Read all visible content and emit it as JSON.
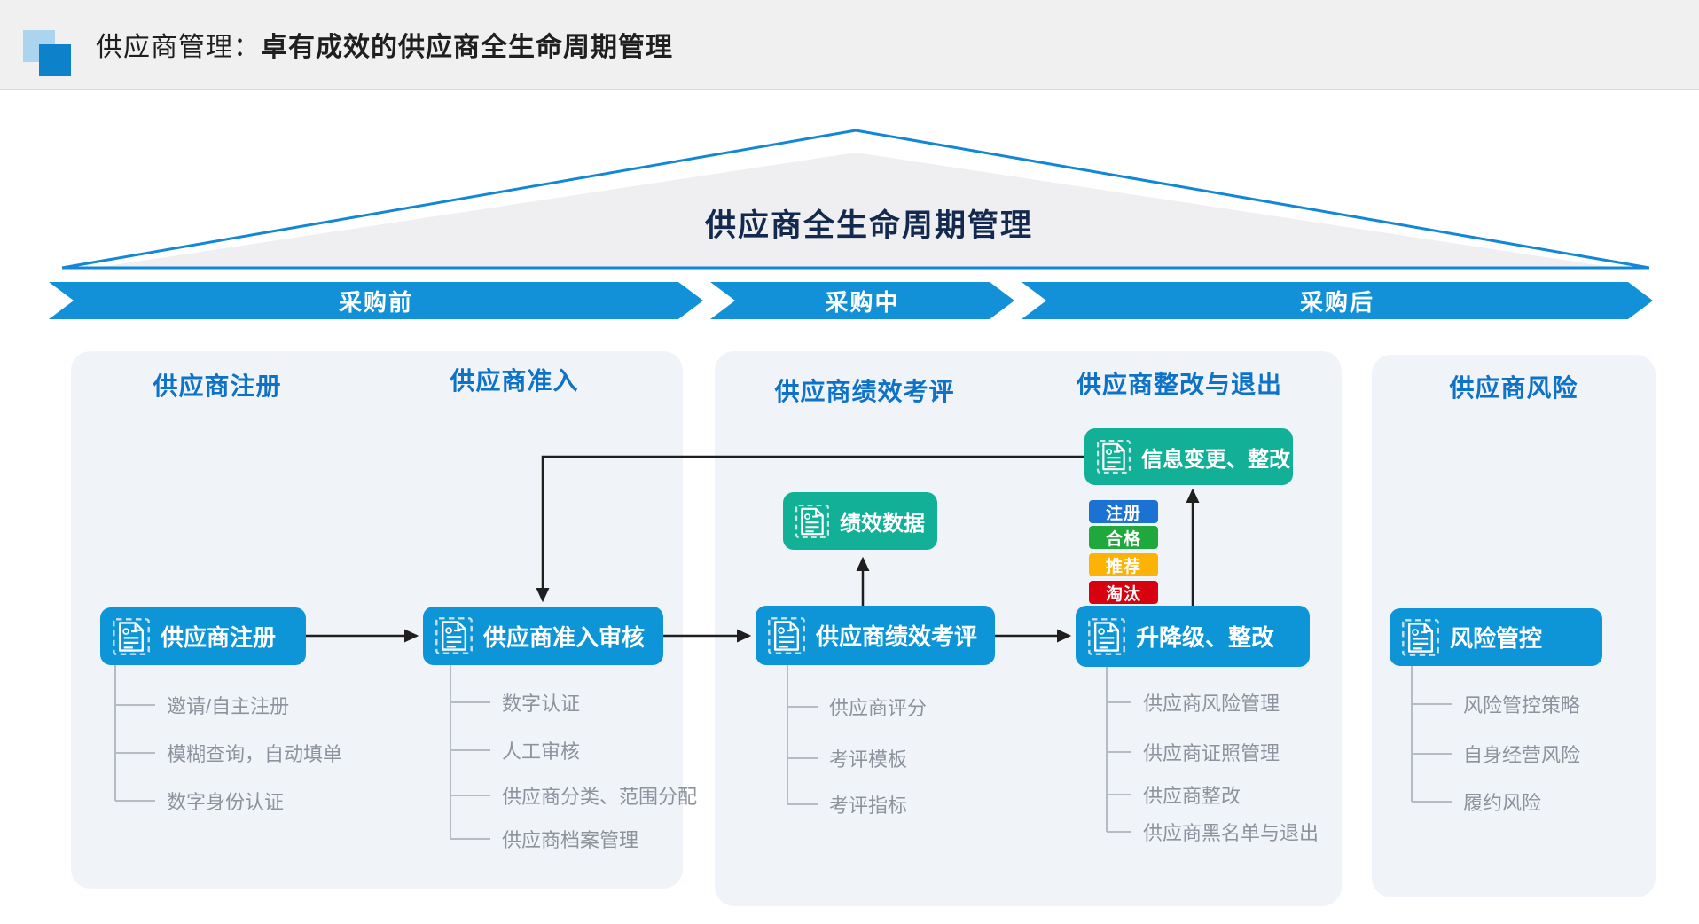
{
  "header": {
    "title_prefix": "供应商管理：",
    "title_main": "卓有成效的供应商全生命周期管理"
  },
  "diagram": {
    "title": "供应商全生命周期管理",
    "phases": [
      {
        "label": "采购前"
      },
      {
        "label": "采购中"
      },
      {
        "label": "采购后"
      }
    ],
    "column_headers": [
      "供应商注册",
      "供应商准入",
      "供应商绩效考评",
      "供应商整改与退出",
      "供应商风险"
    ],
    "nodes": {
      "register": {
        "label": "供应商注册",
        "children": [
          "邀请/自主注册",
          "模糊查询，自动填单",
          "数字身份认证"
        ]
      },
      "review": {
        "label": "供应商准入审核",
        "children": [
          "数字认证",
          "人工审核",
          "供应商分类、范围分配",
          "供应商档案管理"
        ]
      },
      "performance": {
        "label": "供应商绩效考评",
        "children": [
          "供应商评分",
          "考评模板",
          "考评指标"
        ]
      },
      "grade": {
        "label": "升降级、整改",
        "children": [
          "供应商风险管理",
          "供应商证照管理",
          "供应商整改",
          "供应商黑名单与退出"
        ]
      },
      "risk": {
        "label": "风险管控",
        "children": [
          "风险管控策略",
          "自身经营风险",
          "履约风险"
        ]
      },
      "perf_data": {
        "label": "绩效数据"
      },
      "info_change": {
        "label": "信息变更、整改"
      }
    },
    "tags": [
      {
        "label": "注册",
        "color": "#1c72d3"
      },
      {
        "label": "合格",
        "color": "#1fa93c"
      },
      {
        "label": "推荐",
        "color": "#fdb306"
      },
      {
        "label": "淘汰",
        "color": "#d60210"
      }
    ],
    "colors": {
      "band_blue": "#1391d8",
      "node_blue": "#0d95d8",
      "node_green": "#12b096",
      "panel_bg": "#f0f4f9",
      "column_header_blue": "#0e72c8",
      "roof_outline_blue": "#1287d6",
      "roof_fill_gray": "#efeff1",
      "title_navy": "#13294e",
      "tree_text_gray": "#8d939d",
      "arrow_black": "#1f1f1f"
    }
  }
}
